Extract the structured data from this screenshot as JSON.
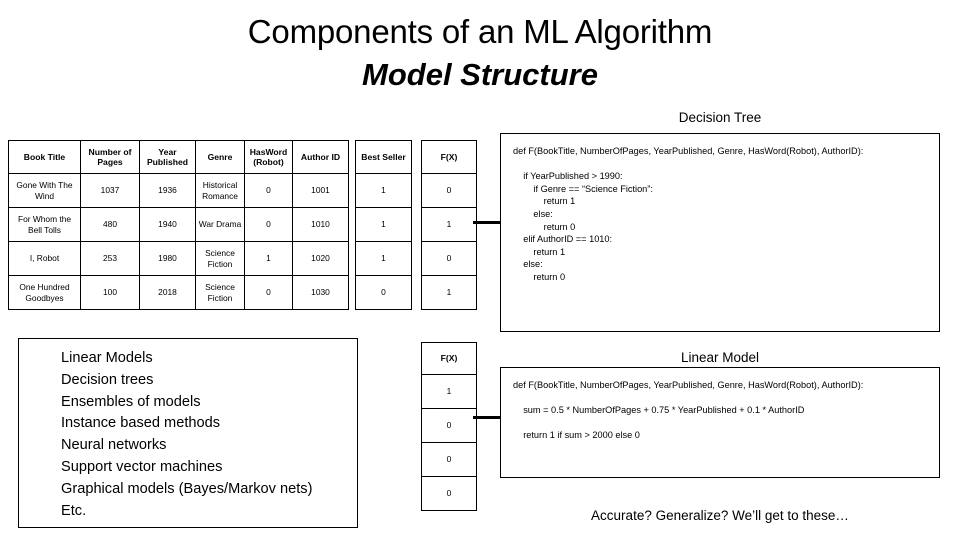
{
  "slide": {
    "title": "Components of an ML Algorithm",
    "subtitle": "Model Structure",
    "footer_note": "Accurate? Generalize? We’ll get to these…"
  },
  "headings": {
    "decision_tree": "Decision Tree",
    "linear_model": "Linear Model"
  },
  "features_table": {
    "columns": [
      "Book Title",
      "Number of Pages",
      "Year Published",
      "Genre",
      "HasWord (Robot)",
      "Author ID"
    ],
    "rows": [
      [
        "Gone With The Wind",
        "1037",
        "1936",
        "Historical Romance",
        "0",
        "1001"
      ],
      [
        "For Whom the Bell Tolls",
        "480",
        "1940",
        "War Drama",
        "0",
        "1010"
      ],
      [
        "I, Robot",
        "253",
        "1980",
        "Science Fiction",
        "1",
        "1020"
      ],
      [
        "One Hundred Goodbyes",
        "100",
        "2018",
        "Science Fiction",
        "0",
        "1030"
      ]
    ]
  },
  "label_table": {
    "header": "Best Seller",
    "values": [
      "1",
      "1",
      "1",
      "0"
    ]
  },
  "fx_table_decision_tree": {
    "header": "F(X)",
    "values": [
      "0",
      "1",
      "0",
      "1"
    ]
  },
  "fx_table_linear_model": {
    "header": "F(X)",
    "values": [
      "1",
      "0",
      "0",
      "0"
    ]
  },
  "decision_tree_code": "def F(BookTitle, NumberOfPages, YearPublished, Genre, HasWord(Robot), AuthorID):\n\n    if YearPublished > 1990:\n        if Genre == “Science Fiction”:\n            return 1\n        else:\n            return 0\n    elif AuthorID == 1010:\n        return 1\n    else:\n        return 0",
  "linear_model_code": "def F(BookTitle, NumberOfPages, YearPublished, Genre, HasWord(Robot), AuthorID):\n\n    sum = 0.5 * NumberOfPages + 0.75 * YearPublished + 0.1 * AuthorID\n\n    return 1 if sum > 2000 else 0",
  "model_list": [
    "Linear Models",
    "Decision trees",
    "Ensembles of models",
    "Instance based methods",
    "Neural networks",
    "Support vector machines",
    "Graphical models (Bayes/Markov nets)",
    "Etc."
  ]
}
